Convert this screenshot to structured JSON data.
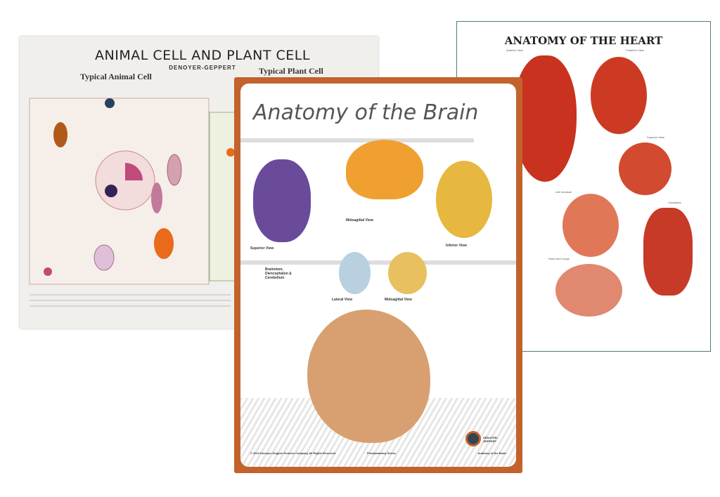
{
  "cell_poster": {
    "title": "ANIMAL CELL AND PLANT CELL",
    "brand": "DENOYER-GEPPERT",
    "animal_heading": "Typical Animal Cell",
    "plant_heading": "Typical Plant Cell"
  },
  "brain_poster": {
    "title": "Anatomy of the Brain",
    "views": {
      "superior": "Superior View",
      "midsagittal": "Midsagittal View",
      "inferior": "Inferior View",
      "brainstem": "Brainstem, Diencephalon & Cerebellum",
      "lateral": "Lateral View",
      "midsagittal2": "Midsagittal View"
    },
    "footer_left": "© 2010 Denoyer-Geppert Science Company All Rights Reserved",
    "footer_center": "Photoanatomy Series",
    "footer_right": "Anatomy of the Brain",
    "logo_text": "DENOYER-GEPPERT",
    "accent": "#c2622c"
  },
  "heart_poster": {
    "title": "ANATOMY OF THE HEART",
    "views": {
      "anterior": "Anterior View",
      "posterior": "Posterior View",
      "superior": "Superior View",
      "left_ventricle": "Left Ventricle",
      "circulation": "Circulation",
      "heart_lungs": "Heart and Lungs"
    },
    "border_color": "#4a7f7a"
  }
}
